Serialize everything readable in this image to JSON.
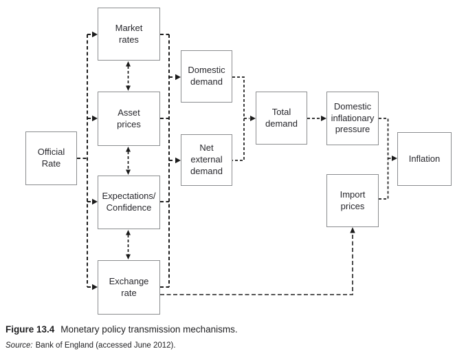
{
  "figure": {
    "caption_label": "Figure 13.4",
    "caption_text": "Monetary policy transmission mechanisms.",
    "source_label": "Source:",
    "source_text": "Bank of England (accessed June 2012)."
  },
  "colors": {
    "background": "#ffffff",
    "box_border": "#8a8c8e",
    "box_text": "#26262b",
    "connector_line": "#1b1b1b"
  },
  "diagram": {
    "boxes": {
      "official_rate": {
        "label": "Official Rate",
        "lines": [
          "Official",
          "Rate"
        ]
      },
      "market_rates": {
        "label": "Market rates",
        "lines": [
          "Market",
          "rates"
        ]
      },
      "asset_prices": {
        "label": "Asset prices",
        "lines": [
          "Asset",
          "prices"
        ]
      },
      "expectations_confidence": {
        "label": "Expectations/Confidence",
        "lines": [
          "Expectations/",
          "Confidence"
        ]
      },
      "exchange_rate": {
        "label": "Exchange rate",
        "lines": [
          "Exchange",
          "rate"
        ]
      },
      "domestic_demand": {
        "label": "Domestic demand",
        "lines": [
          "Domestic",
          "demand"
        ]
      },
      "net_external_demand": {
        "label": "Net external demand",
        "lines": [
          "Net",
          "external",
          "demand"
        ]
      },
      "total_demand": {
        "label": "Total demand",
        "lines": [
          "Total",
          "demand"
        ]
      },
      "domestic_inflationary_pressure": {
        "label": "Domestic inflationary pressure",
        "lines": [
          "Domestic",
          "inflationary",
          "pressure"
        ]
      },
      "import_prices": {
        "label": "Import prices",
        "lines": [
          "Import",
          "prices"
        ]
      },
      "inflation": {
        "label": "Inflation",
        "lines": [
          "Inflation"
        ]
      }
    },
    "edges": [
      {
        "from": "official_rate",
        "to": [
          "market_rates",
          "asset_prices",
          "expectations_confidence",
          "exchange_rate"
        ],
        "style": "dashed"
      },
      {
        "from": "market_rates",
        "to": "asset_prices",
        "bidirectional": true,
        "style": "dashed"
      },
      {
        "from": "asset_prices",
        "to": "expectations_confidence",
        "bidirectional": true,
        "style": "dashed"
      },
      {
        "from": "expectations_confidence",
        "to": "exchange_rate",
        "bidirectional": true,
        "style": "dashed"
      },
      {
        "from": [
          "market_rates",
          "asset_prices",
          "expectations_confidence",
          "exchange_rate"
        ],
        "to": [
          "domestic_demand",
          "net_external_demand"
        ],
        "style": "dashed"
      },
      {
        "from": [
          "domestic_demand",
          "net_external_demand"
        ],
        "to": "total_demand",
        "style": "dashed"
      },
      {
        "from": "total_demand",
        "to": "domestic_inflationary_pressure",
        "style": "dashed"
      },
      {
        "from": "exchange_rate",
        "to": "import_prices",
        "style": "dashed"
      },
      {
        "from": [
          "domestic_inflationary_pressure",
          "import_prices"
        ],
        "to": "inflation",
        "style": "dashed"
      }
    ]
  }
}
